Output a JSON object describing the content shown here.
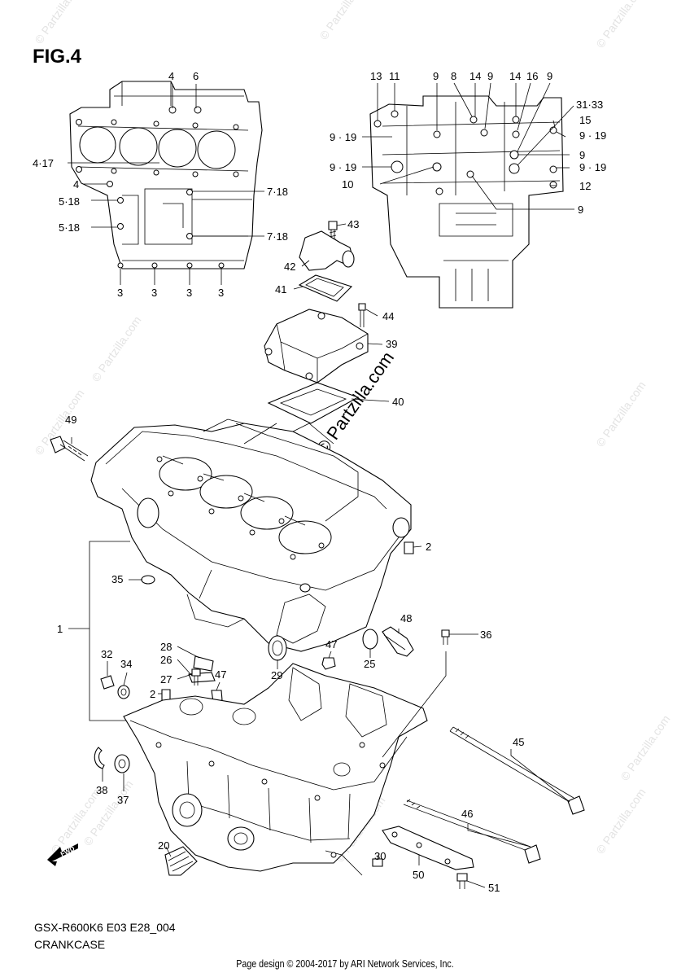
{
  "figure": {
    "title": "FIG.4",
    "model_code": "GSX-R600K6 E03 E28_004",
    "section": "CRANKCASE"
  },
  "footer": "Page design © 2004-2017 by ARI Network Services, Inc.",
  "watermark": "© Partzilla.com",
  "callouts": {
    "c1": "1",
    "c2a": "2",
    "c2b": "2",
    "c3a": "3",
    "c3b": "3",
    "c3c": "3",
    "c3d": "3",
    "c4top": "4",
    "c4_17": "4·17",
    "c4left": "4",
    "c5_18a": "5·18",
    "c5_18b": "5·18",
    "c6": "6",
    "c7_18a": "7·18",
    "c7_18b": "7·18",
    "c13": "13",
    "c11": "11",
    "c9a": "9",
    "c8": "8",
    "c14a": "14",
    "c9b": "9",
    "c14b": "14",
    "c16": "16",
    "c9c": "9",
    "c31_33": "31·33",
    "c15": "15",
    "c9_19a": "9 · 19",
    "c9_19b": "9 · 19",
    "c9_19c": "9 · 19",
    "c9_19d": "9 · 19",
    "c9d": "9",
    "c10": "10",
    "c12": "12",
    "c9e": "9",
    "c43": "43",
    "c42": "42",
    "c41": "41",
    "c44": "44",
    "c39": "39",
    "c40": "40",
    "c49": "49",
    "c35": "35",
    "c48": "48",
    "c36": "36",
    "c28": "28",
    "c26": "26",
    "c25": "25",
    "c47a": "47",
    "c32": "32",
    "c34": "34",
    "c27": "27",
    "c47b": "47",
    "c29": "29",
    "c45": "45",
    "c38": "38",
    "c37": "37",
    "c46": "46",
    "c20": "20",
    "c30": "30",
    "c50": "50",
    "c51": "51"
  },
  "fwd_badge": "FWD"
}
